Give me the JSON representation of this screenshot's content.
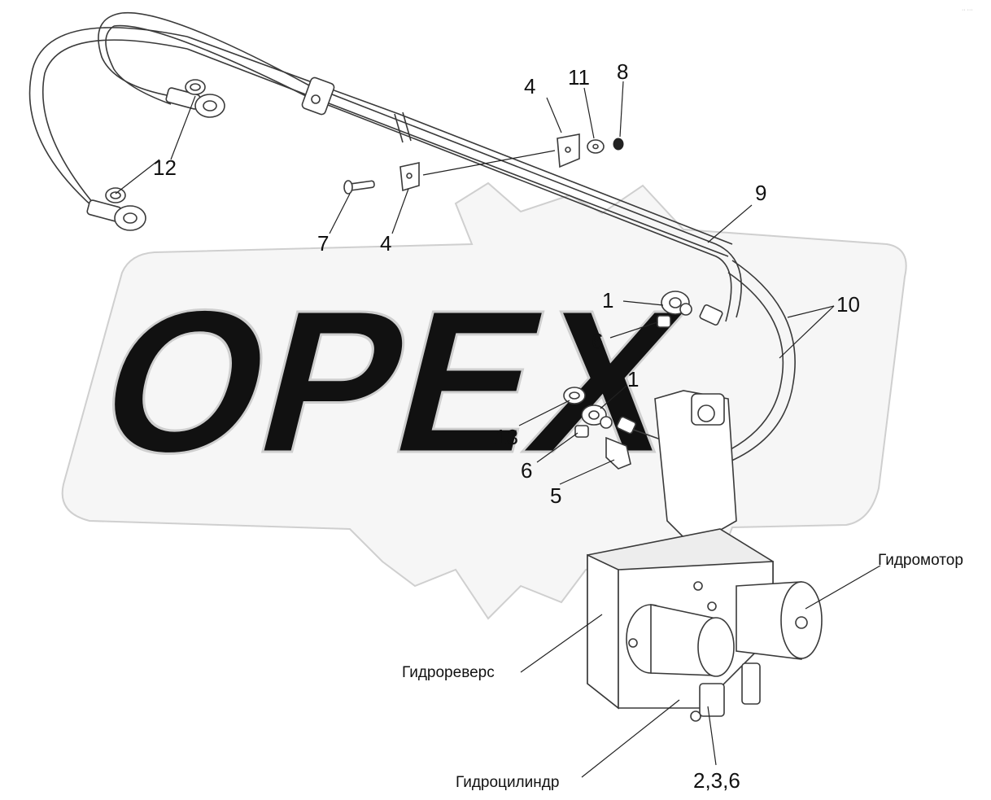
{
  "diagram": {
    "watermark_text": "OPEX",
    "corner_mark": "·· ···",
    "callouts": {
      "c1": "1",
      "c1b": "1",
      "c4": "4",
      "c4b": "4",
      "c5": "5",
      "c6": "6",
      "c6b": "6",
      "c7": "7",
      "c8": "8",
      "c9": "9",
      "c10": "10",
      "c11": "11",
      "c12": "12",
      "c13": "13",
      "c236": "2,3,6"
    },
    "labels": {
      "hydromotor": "Гидромотор",
      "hydroreverse": "Гидрореверс",
      "hydrocylinder": "Гидроцилиндр"
    },
    "colors": {
      "line": "#3a3a3a",
      "watermark": "#c9c9c9",
      "text": "#111111"
    }
  }
}
